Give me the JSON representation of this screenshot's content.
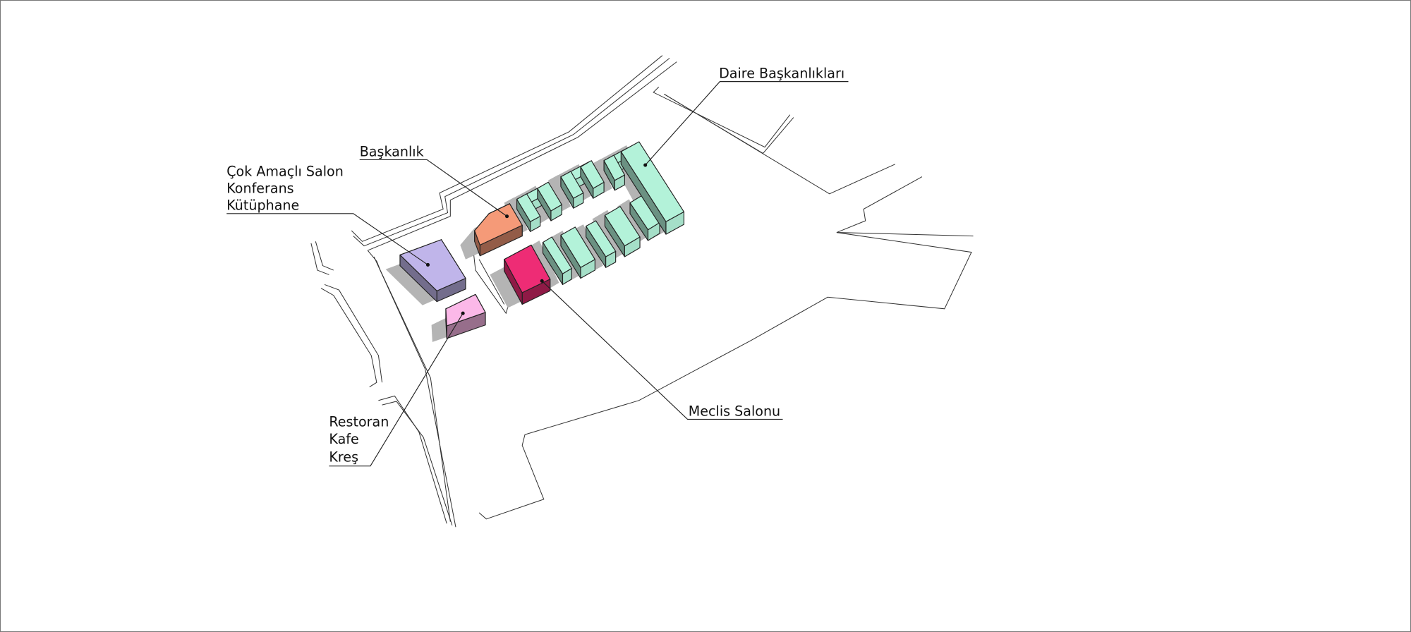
{
  "labels": {
    "daire": "Daire Başkanlıkları",
    "baskanlik": "Başkanlık",
    "cok_amacli": [
      "Çok Amaçlı Salon",
      "Konferans",
      "Kütüphane"
    ],
    "meclis": "Meclis Salonu",
    "restoran": [
      "Restoran",
      "Kafe",
      "Kreş"
    ]
  },
  "colors": {
    "daire": "#b3f2d9",
    "baskanlik": "#f59a78",
    "cok_amacli": "#c0b5ea",
    "meclis": "#ee2c75",
    "restoran": "#fbb8e8",
    "shadow": "#b4b4b4"
  }
}
